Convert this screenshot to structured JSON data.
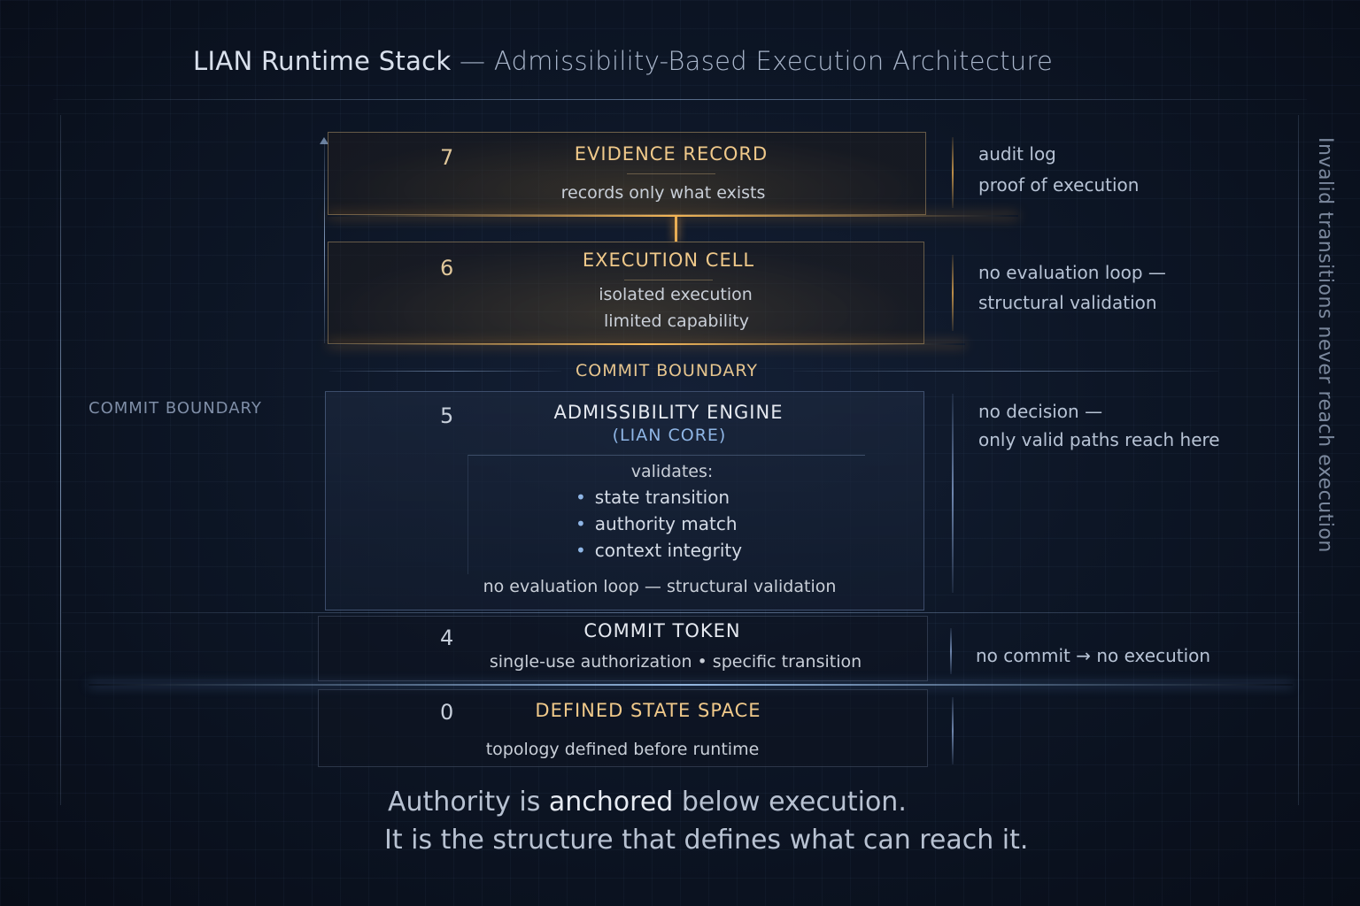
{
  "title": {
    "main": "LIAN Runtime Stack",
    "sub": " — Admissibility-Based Execution Architecture"
  },
  "layers": [
    {
      "num": "7",
      "name": "EVIDENCE RECORD",
      "lines": [
        "records only what exists"
      ],
      "notes": [
        "audit log",
        "proof of execution"
      ]
    },
    {
      "num": "6",
      "name": "EXECUTION CELL",
      "lines": [
        "isolated execution",
        "limited capability"
      ],
      "notes": [
        "no evaluation loop —",
        "structural validation"
      ]
    },
    {
      "num": "5",
      "name": "ADMISSIBILITY ENGINE",
      "subname": "(LIAN CORE)",
      "validates_label": "validates:",
      "bullets": [
        "state transition",
        "authority match",
        "context integrity"
      ],
      "footnote": "no evaluation loop — structural validation",
      "notes": [
        "no decision —",
        "only valid paths reach here"
      ]
    },
    {
      "num": "4",
      "name": "COMMIT TOKEN",
      "lines": [
        "single-use authorization • specific transition"
      ],
      "notes": [
        "no commit → no execution"
      ]
    },
    {
      "num": "0",
      "name": "DEFINED STATE SPACE",
      "lines": [
        "topology defined before runtime"
      ],
      "notes": []
    }
  ],
  "commit_boundary": "COMMIT BOUNDARY",
  "left_label": "COMMIT BOUNDARY",
  "vertical_text": "Invalid transitions never reach execution",
  "footer": {
    "line1_a": "Authority is ",
    "line1_b": "anchored",
    "line1_c": " below execution.",
    "line2": "It is the structure that defines what can reach it."
  },
  "colors": {
    "gold": "#f0c98a",
    "accent_blue": "#8fb6e6",
    "background": "#0d1626"
  }
}
